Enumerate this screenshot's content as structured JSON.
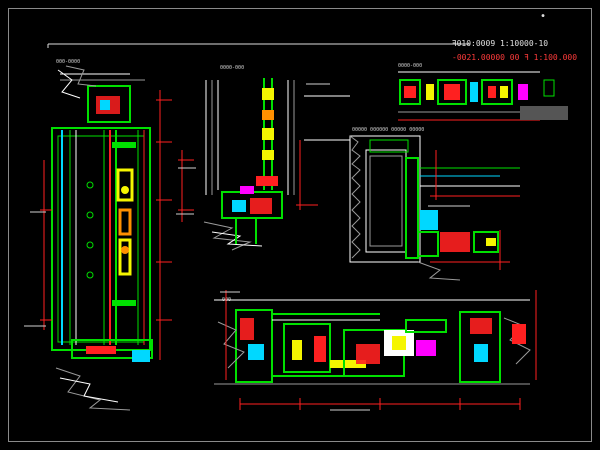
{
  "drawing": {
    "title_line_1": "ꟻ010:0009 1:10000-10",
    "title_line_2": "-0021.00000 00 ꟻ 1:100.000",
    "corner_marker": "∙"
  },
  "colors": {
    "background": "#000000",
    "frame": "#8a8a8a",
    "red": "#ff2020",
    "green": "#00e000",
    "yellow": "#f5f500",
    "cyan": "#00d8ff",
    "magenta": "#ff00ff",
    "white": "#ffffff",
    "gray": "#9a9a9a",
    "blue": "#2040ff",
    "orange": "#ff9000"
  },
  "details": [
    {
      "id": "detail-a",
      "caption": "000-0000"
    },
    {
      "id": "detail-b",
      "caption": "0000-000"
    },
    {
      "id": "detail-c",
      "caption": "00000 000000 00000 00000"
    },
    {
      "id": "detail-d",
      "caption": "0000-000"
    },
    {
      "id": "detail-e",
      "caption": "000"
    }
  ]
}
